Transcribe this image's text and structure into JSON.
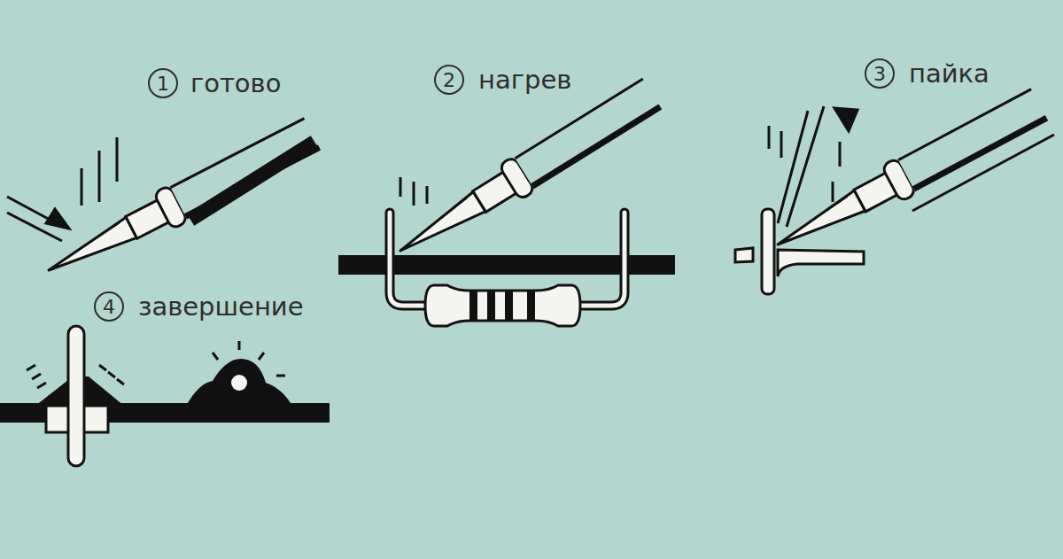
{
  "diagram": {
    "labels": [
      "1",
      "готово",
      "2",
      "нагрев",
      "3",
      "пайка",
      "4",
      "завершение"
    ]
  }
}
